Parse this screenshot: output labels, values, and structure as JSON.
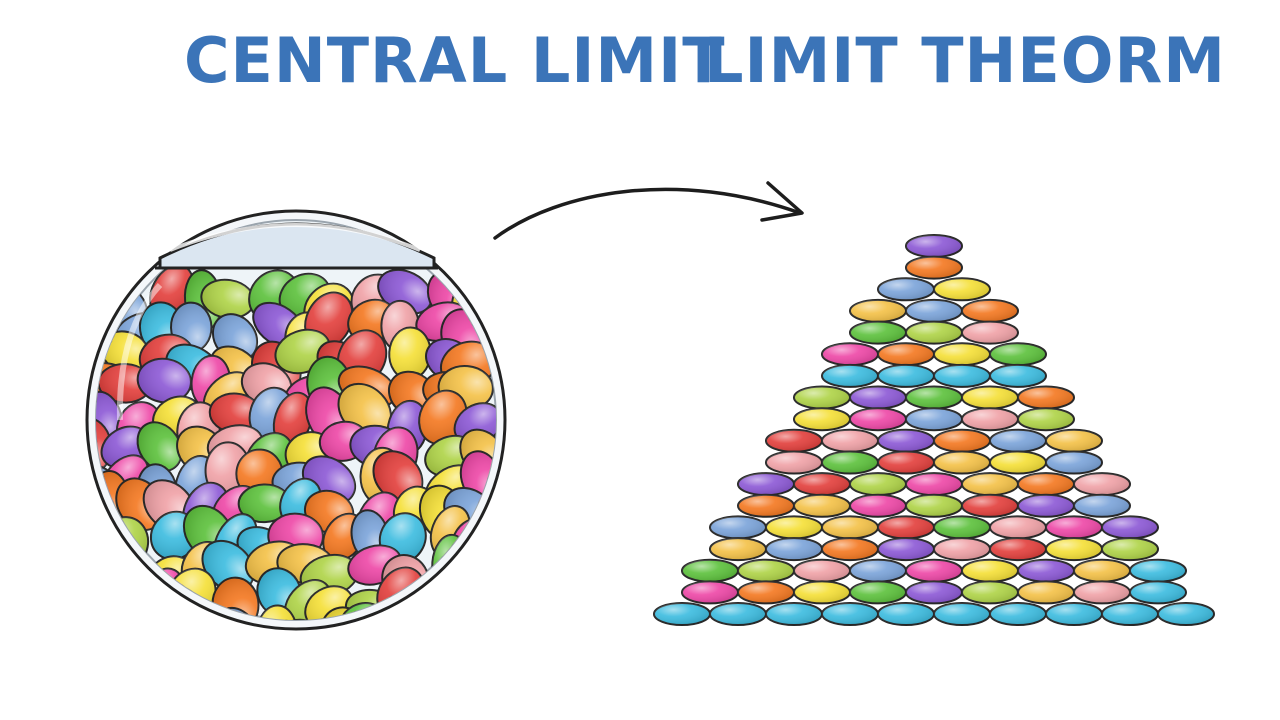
{
  "title": {
    "left": "CENTRAL LIMIT",
    "right": "LIMIT THEORM",
    "color": "#3b74b8"
  },
  "palette": [
    "#8e5bd6",
    "#5fc23f",
    "#f5e03a",
    "#f47a24",
    "#ee4aa8",
    "#e3423f",
    "#7da5da",
    "#3fbde0",
    "#f0a3a8",
    "#f4c24a",
    "#b0d44a"
  ],
  "jar": {
    "icon": "jar-icon"
  },
  "arrow": {
    "icon": "curved-arrow-icon"
  },
  "pile": {
    "icon": "bean-pile-icon",
    "rows": 18
  }
}
